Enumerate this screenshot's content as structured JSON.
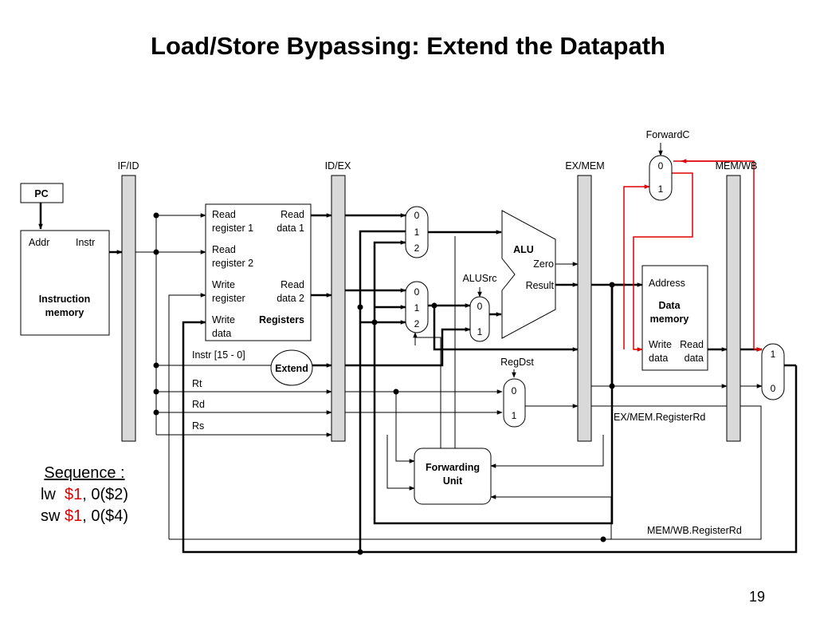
{
  "slide": {
    "title": "Load/Store Bypassing: Extend the Datapath",
    "page_number": "19",
    "sequence": {
      "heading": "Sequence :",
      "line1": {
        "op": "lw",
        "reg": "$1",
        "rest": ", 0($2)"
      },
      "line2": {
        "op": "sw",
        "reg": "$1",
        "rest": ", 0($4)"
      }
    }
  },
  "diagram": {
    "pipeline_registers": [
      "IF/ID",
      "ID/EX",
      "EX/MEM",
      "MEM/WB"
    ],
    "pc": "PC",
    "instruction_memory": {
      "addr": "Addr",
      "instr": "Instr",
      "title_line1": "Instruction",
      "title_line2": "memory"
    },
    "registers": {
      "read_reg1_a": "Read",
      "read_reg1_b": "register 1",
      "read_data1_a": "Read",
      "read_data1_b": "data 1",
      "read_reg2_a": "Read",
      "read_reg2_b": "register 2",
      "write_reg_a": "Write",
      "write_reg_b": "register",
      "read_data2_a": "Read",
      "read_data2_b": "data 2",
      "write_data_a": "Write",
      "write_data_b": "data",
      "title": "Registers"
    },
    "extend": "Extend",
    "instr_field": "Instr [15 - 0]",
    "rt": "Rt",
    "rd": "Rd",
    "rs": "Rs",
    "mux_a": [
      "0",
      "1",
      "2"
    ],
    "mux_b": [
      "0",
      "1",
      "2"
    ],
    "alusrc": {
      "label": "ALUSrc",
      "inputs": [
        "0",
        "1"
      ]
    },
    "alu": {
      "label": "ALU",
      "zero": "Zero",
      "result": "Result"
    },
    "regdst": {
      "label": "RegDst",
      "inputs": [
        "0",
        "1"
      ]
    },
    "forwarding_unit": {
      "line1": "Forwarding",
      "line2": "Unit"
    },
    "forwardc": {
      "label": "ForwardC",
      "inputs": [
        "0",
        "1"
      ]
    },
    "data_memory": {
      "address": "Address",
      "title_line1": "Data",
      "title_line2": "memory",
      "write_a": "Write",
      "write_b": "data",
      "read_a": "Read",
      "read_b": "data"
    },
    "wb_mux": [
      "1",
      "0"
    ],
    "ex_mem_registerrd": "EX/MEM.RegisterRd",
    "mem_wb_registerrd": "MEM/WB.RegisterRd",
    "colors": {
      "wire": "#000000",
      "forward_path": "#e00000",
      "pipeline_register_fill": "#d9d9d9"
    }
  }
}
